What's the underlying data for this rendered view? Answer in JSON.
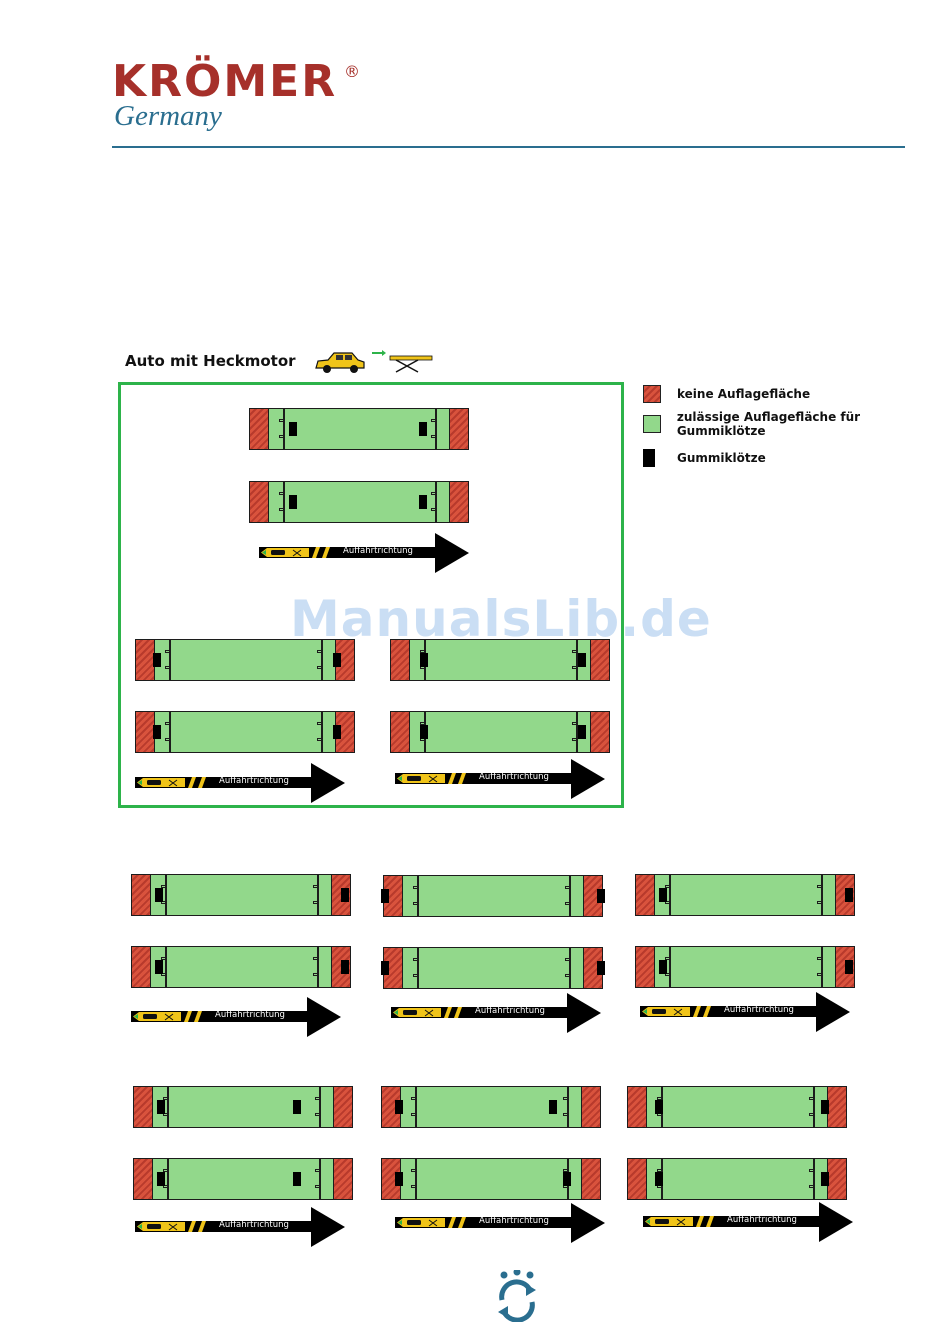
{
  "brand": {
    "name": "KRÖMER",
    "sub": "Germany",
    "reg": "®"
  },
  "section": {
    "title": "Auto mit Heckmotor"
  },
  "legend": [
    {
      "type": "red",
      "label": "keine Auflagefläche"
    },
    {
      "type": "green",
      "label": "zulässige Auflagefläche für Gummiklötze"
    },
    {
      "type": "black",
      "label": "Gummiklötze"
    }
  ],
  "direction_label": "Auffahrtrichtung",
  "watermark": "ManualsLib.de",
  "colors": {
    "brand_red": "#a6302a",
    "brand_blue": "#2a6e8f",
    "frame_green": "#2db34a",
    "surface_green": "#92d88b"
  }
}
